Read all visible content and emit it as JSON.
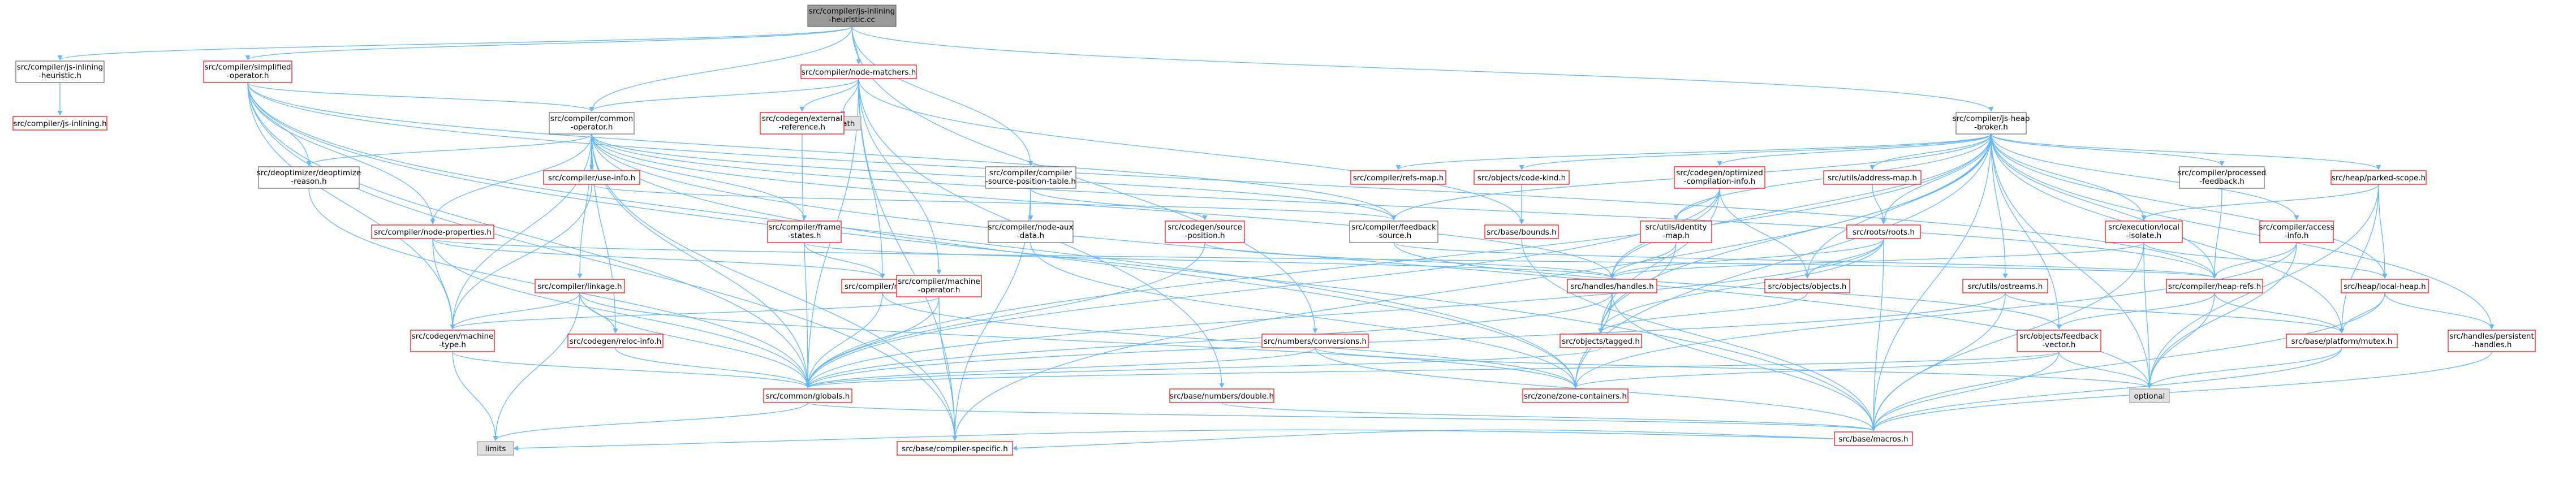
{
  "title": "src/compiler/js-inlining-heuristic.cc include dependency graph",
  "colors": {
    "root_fill": "#999999",
    "root_border": "#666666",
    "plain_border": "#666666",
    "bad_border": "#ff0000",
    "leaf_fill": "#e0e0e0",
    "leaf_border": "#999999",
    "edge": "#63b8ff",
    "text": "#000000"
  },
  "nodes": [
    {
      "id": "root",
      "label": "src/compiler/js-inlining\n-heuristic.cc",
      "style": "root"
    },
    {
      "id": "jih",
      "label": "src/compiler/js-inlining\n-heuristic.h",
      "style": "plain"
    },
    {
      "id": "jinl",
      "label": "src/compiler/js-inlining.h",
      "style": "bad"
    },
    {
      "id": "simp",
      "label": "src/compiler/simplified\n-operator.h",
      "style": "bad"
    },
    {
      "id": "nmatch",
      "label": "src/compiler/node-matchers.h",
      "style": "bad"
    },
    {
      "id": "cmath",
      "label": "cmath",
      "style": "leaf"
    },
    {
      "id": "ext",
      "label": "src/codegen/external\n-reference.h",
      "style": "bad"
    },
    {
      "id": "cop",
      "label": "src/compiler/common\n-operator.h",
      "style": "plain"
    },
    {
      "id": "deopt",
      "label": "src/deoptimizer/deoptimize\n-reason.h",
      "style": "plain"
    },
    {
      "id": "useinfo",
      "label": "src/compiler/use-info.h",
      "style": "bad"
    },
    {
      "id": "nprops",
      "label": "src/compiler/node-properties.h",
      "style": "bad"
    },
    {
      "id": "linkage",
      "label": "src/compiler/linkage.h",
      "style": "bad"
    },
    {
      "id": "mtype",
      "label": "src/codegen/machine\n-type.h",
      "style": "bad"
    },
    {
      "id": "reloc",
      "label": "src/codegen/reloc-info.h",
      "style": "bad"
    },
    {
      "id": "globals",
      "label": "src/common/globals.h",
      "style": "bad"
    },
    {
      "id": "limits",
      "label": "limits",
      "style": "leaf"
    },
    {
      "id": "compspec",
      "label": "src/base/compiler-specific.h",
      "style": "bad"
    },
    {
      "id": "macros",
      "label": "src/base/macros.h",
      "style": "bad"
    },
    {
      "id": "fstates",
      "label": "src/compiler/frame\n-states.h",
      "style": "bad"
    },
    {
      "id": "node",
      "label": "src/compiler/node.h",
      "style": "bad"
    },
    {
      "id": "mop",
      "label": "src/compiler/machine\n-operator.h",
      "style": "bad"
    },
    {
      "id": "numconv",
      "label": "src/numbers/conversions.h",
      "style": "bad"
    },
    {
      "id": "double",
      "label": "src/base/numbers/double.h",
      "style": "bad"
    },
    {
      "id": "cspt",
      "label": "src/compiler/compiler\n-source-position-table.h",
      "style": "plain"
    },
    {
      "id": "naux",
      "label": "src/compiler/node-aux\n-data.h",
      "style": "plain"
    },
    {
      "id": "srcpos",
      "label": "src/codegen/source\n-position.h",
      "style": "bad"
    },
    {
      "id": "fsrc",
      "label": "src/compiler/feedback\n-source.h",
      "style": "plain"
    },
    {
      "id": "zone",
      "label": "src/zone/zone-containers.h",
      "style": "bad"
    },
    {
      "id": "refsmap",
      "label": "src/compiler/refs-map.h",
      "style": "bad"
    },
    {
      "id": "codekind",
      "label": "src/objects/code-kind.h",
      "style": "bad"
    },
    {
      "id": "bounds",
      "label": "src/base/bounds.h",
      "style": "bad"
    },
    {
      "id": "jhb",
      "label": "src/compiler/js-heap\n-broker.h",
      "style": "plain"
    },
    {
      "id": "optinfo",
      "label": "src/codegen/optimized\n-compilation-info.h",
      "style": "bad"
    },
    {
      "id": "idmap",
      "label": "src/utils/identity\n-map.h",
      "style": "bad"
    },
    {
      "id": "addrmap",
      "label": "src/utils/address-map.h",
      "style": "bad"
    },
    {
      "id": "roots",
      "label": "src/roots/roots.h",
      "style": "bad"
    },
    {
      "id": "handles",
      "label": "src/handles/handles.h",
      "style": "bad"
    },
    {
      "id": "objects",
      "label": "src/objects/objects.h",
      "style": "bad"
    },
    {
      "id": "tagged",
      "label": "src/objects/tagged.h",
      "style": "bad"
    },
    {
      "id": "ostreams",
      "label": "src/utils/ostreams.h",
      "style": "bad"
    },
    {
      "id": "fvec",
      "label": "src/objects/feedback\n-vector.h",
      "style": "bad"
    },
    {
      "id": "procfb",
      "label": "src/compiler/processed\n-feedback.h",
      "style": "plain"
    },
    {
      "id": "execiso",
      "label": "src/execution/local\n-isolate.h",
      "style": "bad"
    },
    {
      "id": "heaprefs",
      "label": "src/compiler/heap-refs.h",
      "style": "bad"
    },
    {
      "id": "parked",
      "label": "src/heap/parked-scope.h",
      "style": "bad"
    },
    {
      "id": "access",
      "label": "src/compiler/access\n-info.h",
      "style": "bad"
    },
    {
      "id": "localheap",
      "label": "src/heap/local-heap.h",
      "style": "bad"
    },
    {
      "id": "mutex",
      "label": "src/base/platform/mutex.h",
      "style": "bad"
    },
    {
      "id": "persist",
      "label": "src/handles/persistent\n-handles.h",
      "style": "bad"
    },
    {
      "id": "optional",
      "label": "optional",
      "style": "leaf"
    }
  ],
  "edges": [
    [
      "root",
      "jih"
    ],
    [
      "root",
      "simp"
    ],
    [
      "root",
      "nmatch"
    ],
    [
      "root",
      "cop"
    ],
    [
      "root",
      "cspt"
    ],
    [
      "root",
      "jhb"
    ],
    [
      "root",
      "numconv"
    ],
    [
      "jih",
      "jinl"
    ],
    [
      "simp",
      "cop"
    ],
    [
      "simp",
      "deopt"
    ],
    [
      "simp",
      "nprops"
    ],
    [
      "simp",
      "mtype"
    ],
    [
      "simp",
      "globals"
    ],
    [
      "simp",
      "compspec"
    ],
    [
      "simp",
      "fsrc"
    ],
    [
      "simp",
      "macros"
    ],
    [
      "simp",
      "heaprefs"
    ],
    [
      "simp",
      "zone"
    ],
    [
      "nmatch",
      "cmath"
    ],
    [
      "nmatch",
      "ext"
    ],
    [
      "nmatch",
      "cop"
    ],
    [
      "nmatch",
      "mop"
    ],
    [
      "nmatch",
      "node"
    ],
    [
      "nmatch",
      "double"
    ],
    [
      "nmatch",
      "compspec"
    ],
    [
      "nmatch",
      "globals"
    ],
    [
      "nmatch",
      "bounds"
    ],
    [
      "ext",
      "globals"
    ],
    [
      "cop",
      "deopt"
    ],
    [
      "cop",
      "useinfo"
    ],
    [
      "cop",
      "nprops"
    ],
    [
      "cop",
      "linkage"
    ],
    [
      "cop",
      "reloc"
    ],
    [
      "cop",
      "mtype"
    ],
    [
      "cop",
      "globals"
    ],
    [
      "cop",
      "fstates"
    ],
    [
      "cop",
      "fsrc"
    ],
    [
      "cop",
      "heaprefs"
    ],
    [
      "cop",
      "zone"
    ],
    [
      "cop",
      "optional"
    ],
    [
      "cop",
      "compspec"
    ],
    [
      "cop",
      "handles"
    ],
    [
      "deopt",
      "globals"
    ],
    [
      "useinfo",
      "mtype"
    ],
    [
      "useinfo",
      "fsrc"
    ],
    [
      "nprops",
      "mtype"
    ],
    [
      "nprops",
      "globals"
    ],
    [
      "nprops",
      "node"
    ],
    [
      "nprops",
      "heaprefs"
    ],
    [
      "linkage",
      "mtype"
    ],
    [
      "linkage",
      "reloc"
    ],
    [
      "linkage",
      "globals"
    ],
    [
      "linkage",
      "limits"
    ],
    [
      "linkage",
      "zone"
    ],
    [
      "mtype",
      "limits"
    ],
    [
      "mtype",
      "globals"
    ],
    [
      "reloc",
      "globals"
    ],
    [
      "globals",
      "limits"
    ],
    [
      "globals",
      "macros"
    ],
    [
      "macros",
      "limits"
    ],
    [
      "macros",
      "compspec"
    ],
    [
      "fstates",
      "node"
    ],
    [
      "fstates",
      "handles"
    ],
    [
      "node",
      "globals"
    ],
    [
      "node",
      "zone"
    ],
    [
      "mop",
      "mtype"
    ],
    [
      "mop",
      "compspec"
    ],
    [
      "mop",
      "globals"
    ],
    [
      "numconv",
      "macros"
    ],
    [
      "numconv",
      "globals"
    ],
    [
      "numconv",
      "optional"
    ],
    [
      "double",
      "macros"
    ],
    [
      "cspt",
      "naux"
    ],
    [
      "cspt",
      "srcpos"
    ],
    [
      "cspt",
      "compspec"
    ],
    [
      "naux",
      "zone"
    ],
    [
      "srcpos",
      "globals"
    ],
    [
      "srcpos",
      "handles"
    ],
    [
      "fsrc",
      "heaprefs"
    ],
    [
      "fsrc",
      "fvec"
    ],
    [
      "bounds",
      "macros"
    ],
    [
      "codekind",
      "bounds"
    ],
    [
      "jhb",
      "refsmap"
    ],
    [
      "jhb",
      "codekind"
    ],
    [
      "jhb",
      "optinfo"
    ],
    [
      "jhb",
      "idmap"
    ],
    [
      "jhb",
      "addrmap"
    ],
    [
      "jhb",
      "roots"
    ],
    [
      "jhb",
      "handles"
    ],
    [
      "jhb",
      "objects"
    ],
    [
      "jhb",
      "tagged"
    ],
    [
      "jhb",
      "ostreams"
    ],
    [
      "jhb",
      "fvec"
    ],
    [
      "jhb",
      "procfb"
    ],
    [
      "jhb",
      "execiso"
    ],
    [
      "jhb",
      "heaprefs"
    ],
    [
      "jhb",
      "parked"
    ],
    [
      "jhb",
      "access"
    ],
    [
      "jhb",
      "localheap"
    ],
    [
      "jhb",
      "persist"
    ],
    [
      "jhb",
      "mutex"
    ],
    [
      "jhb",
      "optional"
    ],
    [
      "jhb",
      "fsrc"
    ],
    [
      "jhb",
      "globals"
    ],
    [
      "jhb",
      "macros"
    ],
    [
      "jhb",
      "compspec"
    ],
    [
      "jhb",
      "zone"
    ],
    [
      "optinfo",
      "idmap"
    ],
    [
      "optinfo",
      "handles"
    ],
    [
      "optinfo",
      "globals"
    ],
    [
      "optinfo",
      "tagged"
    ],
    [
      "optinfo",
      "objects"
    ],
    [
      "idmap",
      "handles"
    ],
    [
      "idmap",
      "tagged"
    ],
    [
      "addrmap",
      "roots"
    ],
    [
      "roots",
      "handles"
    ],
    [
      "roots",
      "objects"
    ],
    [
      "roots",
      "tagged"
    ],
    [
      "roots",
      "macros"
    ],
    [
      "roots",
      "globals"
    ],
    [
      "handles",
      "tagged"
    ],
    [
      "handles",
      "globals"
    ],
    [
      "handles",
      "macros"
    ],
    [
      "handles",
      "zone"
    ],
    [
      "objects",
      "tagged"
    ],
    [
      "tagged",
      "globals"
    ],
    [
      "ostreams",
      "macros"
    ],
    [
      "ostreams",
      "mutex"
    ],
    [
      "ostreams",
      "globals"
    ],
    [
      "fvec",
      "globals"
    ],
    [
      "fvec",
      "macros"
    ],
    [
      "fvec",
      "optional"
    ],
    [
      "fvec",
      "zone"
    ],
    [
      "procfb",
      "heaprefs"
    ],
    [
      "execiso",
      "handles"
    ],
    [
      "execiso",
      "localheap"
    ],
    [
      "execiso",
      "optional"
    ],
    [
      "execiso",
      "macros"
    ],
    [
      "heaprefs",
      "fvec"
    ],
    [
      "heaprefs",
      "optional"
    ],
    [
      "heaprefs",
      "mutex"
    ],
    [
      "parked",
      "localheap"
    ],
    [
      "parked",
      "mutex"
    ],
    [
      "parked",
      "optional"
    ],
    [
      "parked",
      "execiso"
    ],
    [
      "access",
      "heaprefs"
    ],
    [
      "access",
      "optional"
    ],
    [
      "access",
      "zone"
    ],
    [
      "localheap",
      "mutex"
    ],
    [
      "localheap",
      "persist"
    ],
    [
      "localheap",
      "macros"
    ],
    [
      "mutex",
      "optional"
    ],
    [
      "mutex",
      "macros"
    ],
    [
      "persist",
      "macros"
    ]
  ]
}
